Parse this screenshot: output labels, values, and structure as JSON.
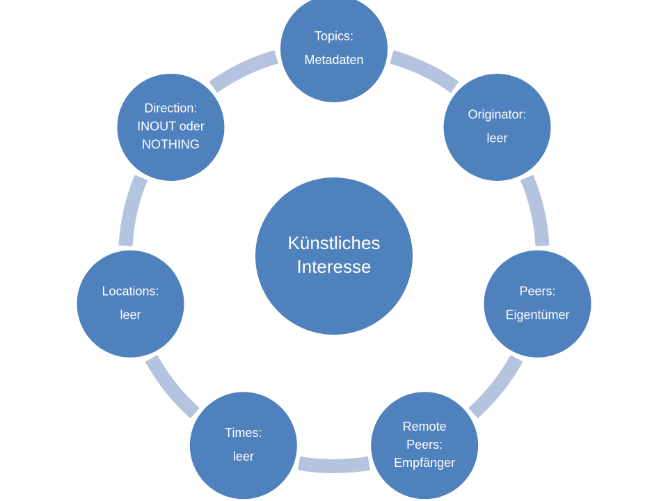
{
  "colors": {
    "node_fill": "#4f81bd",
    "node_stroke": "#ffffff",
    "connector": "#b4c4de",
    "text": "#ffffff",
    "background": "#ffffff"
  },
  "center": {
    "lines": [
      "Künstliches",
      "Interesse"
    ]
  },
  "nodes": [
    {
      "id": "topics",
      "lines": [
        "Topics:",
        "Metadaten"
      ]
    },
    {
      "id": "originator",
      "lines": [
        "Originator:",
        "leer"
      ]
    },
    {
      "id": "peers",
      "lines": [
        "Peers:",
        "Eigentümer"
      ]
    },
    {
      "id": "remote-peers",
      "lines": [
        "Remote",
        "Peers:",
        "Empfänger"
      ]
    },
    {
      "id": "times",
      "lines": [
        "Times:",
        "leer"
      ]
    },
    {
      "id": "locations",
      "lines": [
        "Locations:",
        "leer"
      ]
    },
    {
      "id": "direction",
      "lines": [
        "Direction:",
        "INOUT oder",
        "NOTHING"
      ]
    }
  ]
}
